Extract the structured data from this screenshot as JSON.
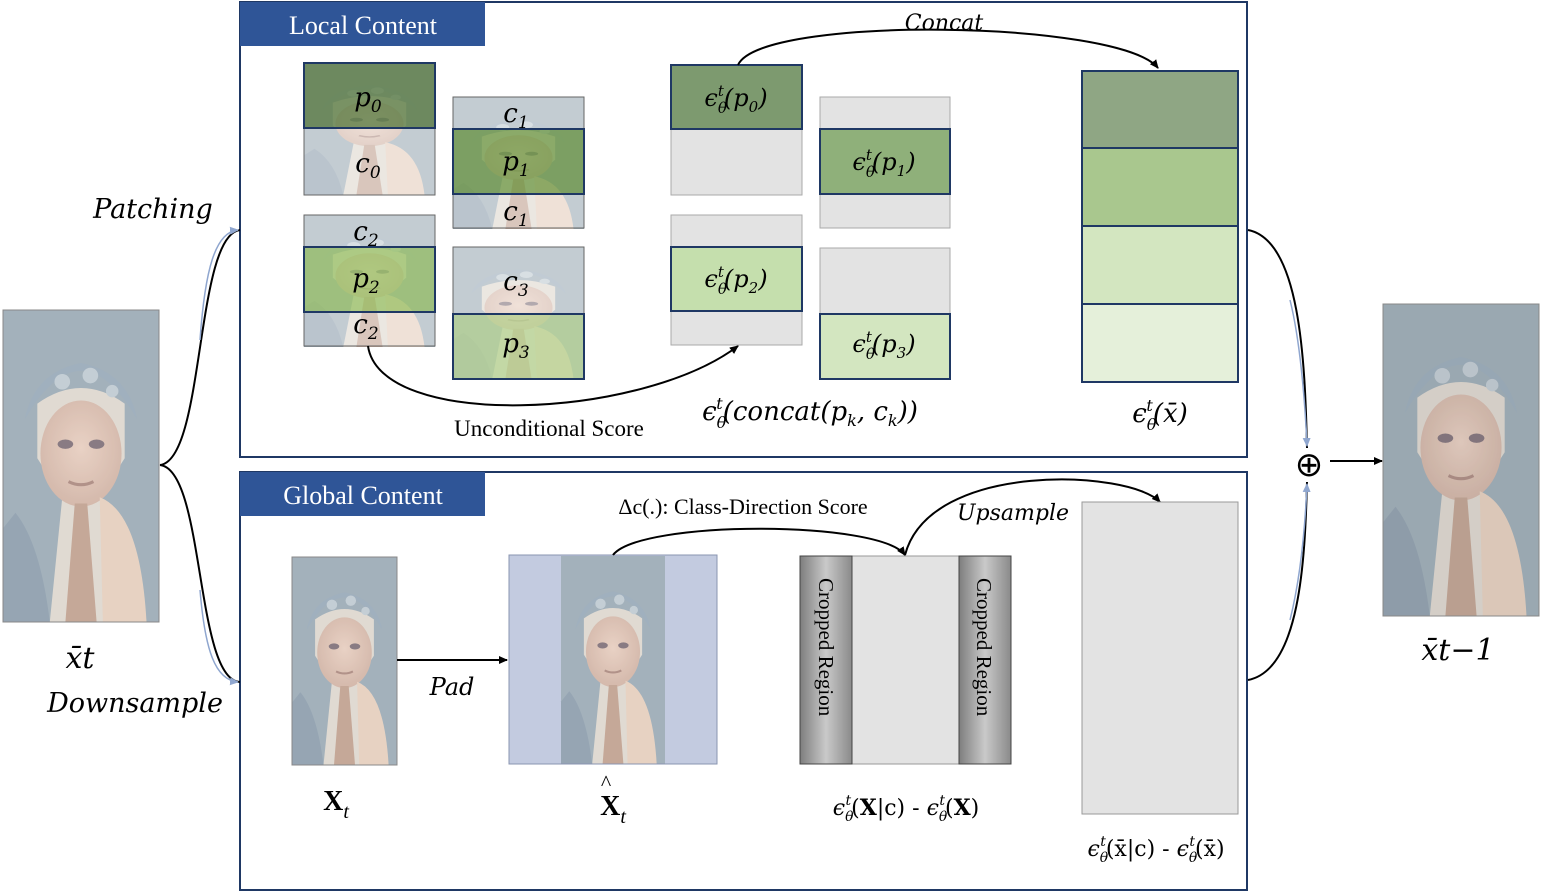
{
  "sections": {
    "local": {
      "title": "Local Content"
    },
    "global": {
      "title": "Global Content"
    }
  },
  "labels": {
    "patching": "Patching",
    "downsample": "Downsample",
    "concat": "Concat",
    "pad": "Pad",
    "upsample": "Upsample",
    "unconditional_score": "Unconditional Score",
    "class_direction": "Δc(.): Class-Direction Score",
    "cropped_region": "Cropped Region"
  },
  "math": {
    "x_bar_t": "x̄t",
    "x_bar_t_minus_1": "x̄t−1",
    "X_t": "Xt",
    "X_hat_t": "X̂t",
    "patches": [
      "p0",
      "p1",
      "p2",
      "p3"
    ],
    "contexts": [
      "c0",
      "c1",
      "c1",
      "c2",
      "c2",
      "c3"
    ],
    "eps_p0": "ϵθt(p0)",
    "eps_p1": "ϵθt(p1)",
    "eps_p2": "ϵθt(p2)",
    "eps_p3": "ϵθt(p3)",
    "eps_concat": "ϵθt(concat(pk, ck))",
    "eps_xbar": "ϵθt(x̄)",
    "eps_global_diff": "ϵθt(X̂|c) - ϵθt(X̂)",
    "eps_final_diff": "ϵθt(x̄|c) - ϵθt(x̄)",
    "oplus": "⊕"
  },
  "colors": {
    "frame": "#1f3864",
    "header_bg": "#2f5597",
    "green_dark": "#7d9a6f",
    "green_mid": "#a9c78e",
    "green_light": "#d3e6c0",
    "green_lighter": "#e5f0da",
    "noise": "#e3e3e3",
    "pad_blue": "#c3cbe0",
    "crop_gray": "#9a9a9a"
  }
}
